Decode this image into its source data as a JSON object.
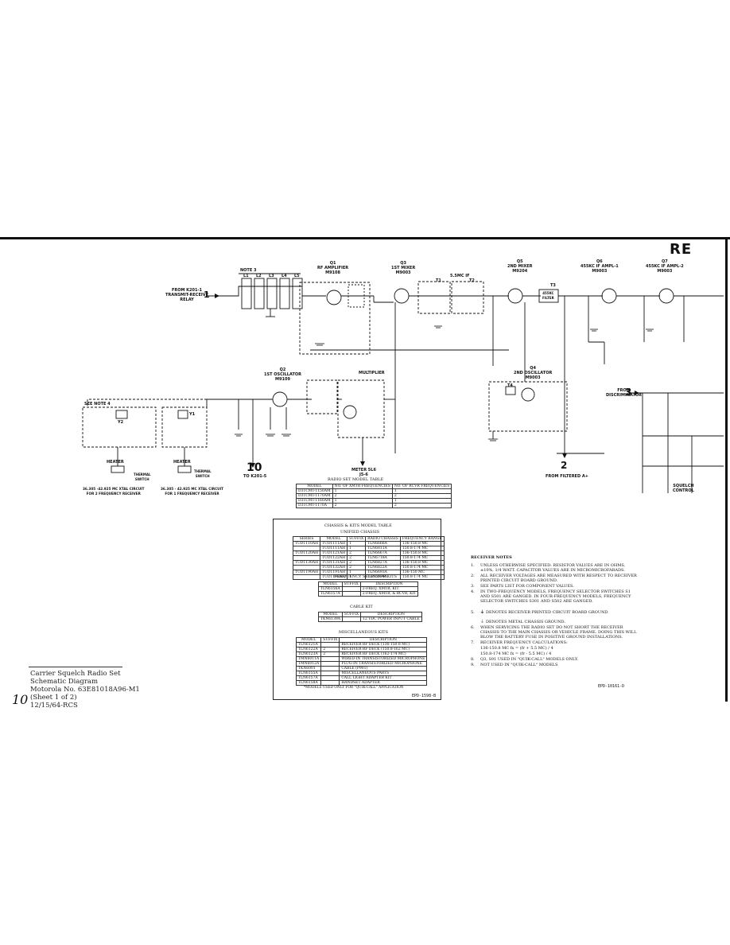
{
  "sheet": {
    "corner_title": "RE"
  },
  "caption": {
    "lines": [
      "Carrier Squelch Radio Set",
      "Schematic Diagram",
      "Motorola No. 63E81018A96-M1",
      "(Sheet 1 of 2)",
      "12/15/64-RCS"
    ],
    "page_number": "10"
  },
  "stages": {
    "q1": {
      "ref": "Q1",
      "name": "RF AMPLIFIER",
      "part": "M9108"
    },
    "q3": {
      "ref": "Q3",
      "name": "1ST MIXER",
      "part": "M9003"
    },
    "q5": {
      "ref": "Q5",
      "name": "2ND MIXER",
      "part": "M9204"
    },
    "q6": {
      "ref": "Q6",
      "name": "455KC IF AMPL-1",
      "part": "M9003"
    },
    "q7": {
      "ref": "Q7",
      "name": "455KC IF AMPL-2",
      "part": "M9003"
    },
    "q2": {
      "ref": "Q2",
      "name": "1ST OSCILLATOR",
      "part": "M9109"
    },
    "q4": {
      "ref": "Q4",
      "name": "2ND OSCILLATOR",
      "part": "M9003"
    },
    "mult": {
      "name": "MULTIPLIER"
    },
    "if55": {
      "name": "5.5MC IF"
    }
  },
  "labels": {
    "note3": "NOTE 3",
    "coils": [
      "L1",
      "L2",
      "L3",
      "L4",
      "L5"
    ],
    "from_k201": [
      "FROM K201-1",
      "TRANSMIT-RECEIVE",
      "RELAY"
    ],
    "term1": "1",
    "term10": "10",
    "to_k201": "TO K201-5",
    "term2": "2",
    "from_filtered": "FROM FILTERED A+",
    "term3": "3",
    "from_disc": [
      "FROM",
      "DISCRIMINATOR"
    ],
    "meter": [
      "METER 5L6",
      "J5-6"
    ],
    "squelch": [
      "SQUELCH",
      "CONTROL"
    ],
    "filter_455": [
      "455KC",
      "FILTER"
    ],
    "transformers": [
      "T1",
      "T2",
      "T3",
      "T4"
    ],
    "see_note4": "SEE NOTE 4",
    "heater": "HEATER",
    "thermal_switch": [
      "THERMAL",
      "SWITCH"
    ],
    "xtal_left": [
      "36.305 -42.925 MC XTAL CIRCUIT",
      "FOR 2 FREQUENCY RECEIVER"
    ],
    "xtal_right": [
      "36.305 - 42.925 MC XTAL CIRCUIT",
      "FOR 1 FREQUENCY RECEIVER"
    ],
    "y1": "Y1",
    "y2": "Y2",
    "dwg_left": "EPD-1598-B",
    "dwg_right": "EPD-10161-D"
  },
  "radioset_table": {
    "title": "RADIO SET MODEL TABLE",
    "headers": [
      "MODEL",
      "NO. OF XMTR FREQUENCIES",
      "NO. OF RCVR FREQUENCIES"
    ],
    "rows": [
      [
        "D31CMT-1150AM",
        "1",
        "1"
      ],
      [
        "D31CMT-1170AM",
        "2",
        "2"
      ],
      [
        "D31CMT-1160AM",
        "1",
        "1"
      ],
      [
        "D31CMT-1170A",
        "2",
        "2"
      ]
    ]
  },
  "chassis_table": {
    "title": "CHASSIS & KITS MODEL TABLE",
    "subtitle": "UNIFIED CHASSIS",
    "headers": [
      "SERIES",
      "MODEL",
      "SUFFIX",
      "RADIO CHASSIS",
      "FREQUENCY RANGE"
    ],
    "rows": [
      [
        "TUD1110AH",
        "TUD1111AH",
        "1",
        "TLN6666A",
        "136-150.8 MC"
      ],
      [
        "",
        "TUD1111AH",
        "1",
        "TLN6811A",
        "150.8-174 MC"
      ],
      [
        "TUD1120AH",
        "TUD1121AH",
        "2",
        "TLN6667A",
        "136-150.8 MC"
      ],
      [
        "",
        "TUD1122AH",
        "2",
        "TLN6718A",
        "150.8-174 MC"
      ],
      [
        "TUD1130AH",
        "TUD1131AH",
        "2",
        "TLN6827A",
        "136-150.8 MC"
      ],
      [
        "",
        "TUD1132AH",
        "2",
        "TLN6822A",
        "150.8-174 MC"
      ],
      [
        "TUD1190AH",
        "TUD1191AH",
        "1",
        "TLN6693A",
        "136-150 MC"
      ],
      [
        "",
        "TUD1192AH",
        "1",
        "TLN6694A",
        "150.8-174 MC"
      ]
    ]
  },
  "freq_kits_table": {
    "title": "FREQUENCY SELECTOR KITS",
    "headers": [
      "MODEL",
      "SUFFIX",
      "DESCRIPTION"
    ],
    "rows": [
      [
        "TLN6156A",
        "",
        "2-FREQ, XMTR, KIT"
      ],
      [
        "TLN6157A",
        "",
        "2-FREQ, XMTR, & RCVR, KIT"
      ]
    ]
  },
  "cable_kit_table": {
    "title": "CABLE KIT",
    "headers": [
      "MODEL",
      "SUFFIX",
      "DESCRIPTION"
    ],
    "rows": [
      [
        "TKN6139A",
        "",
        "12 VDC POWER INPUT CABLE"
      ]
    ]
  },
  "misc_kits_table": {
    "title": "MISCELLANEOUS KITS",
    "headers": [
      "MODEL",
      "SUFFIX",
      "DESCRIPTION"
    ],
    "rows": [
      [
        "TLN6121A",
        "",
        "RECEIVER RF DECK (136-150.8 MC)"
      ],
      [
        "TLN6122A",
        "2",
        "RECEIVER RF DECK (150.8-162 MC)"
      ],
      [
        "TLN6123A",
        "2",
        "RECEIVER RF DECK (162-174 MC)"
      ],
      [
        "TMN6011A",
        "",
        "WIRED-IN TRANSISTORIZED MICROPHONE"
      ],
      [
        "TMN6012A",
        "",
        "PLUG-IN TRANSISTORIZED MICROPHONE"
      ],
      [
        "TKN6001",
        "",
        "CABLE (P901)"
      ],
      [
        "TLN6155A",
        "",
        "MISCELLANEOUS PARTS"
      ],
      [
        "TLN6157A",
        "",
        "CALL LIGHT ADAPTER KIT"
      ],
      [
        "TLN6158A",
        "",
        "HANDSET ADAPTER"
      ]
    ],
    "footnote": "*MODELS USED ONLY FOR \"QUIK-CALL\" APPLICATION"
  },
  "receiver_notes": {
    "title": "RECEIVER NOTES",
    "items": [
      {
        "k": "1.",
        "t": "UNLESS OTHERWISE SPECIFIED: RESISTOR VALUES ARE IN OHMS, ±10%, 1/4 WATT. CAPACITOR VALUES ARE IN MICROMICROFARADS."
      },
      {
        "k": "2.",
        "t": "ALL RECEIVER VOLTAGES ARE MEASURED WITH RESPECT TO RECEIVER PRINTED CIRCUIT BOARD GROUND."
      },
      {
        "k": "3.",
        "t": "SEE PARTS LIST FOR COMPONENT VALUES."
      },
      {
        "k": "4.",
        "t": "IN TWO-FREQUENCY MODELS, FREQUENCY SELECTOR SWITCHES S1 AND S501 ARE GANGED. IN FOUR-FREQUENCY MODELS, FREQUENCY SELECTOR SWITCHES S301 AND S502 ARE GANGED."
      },
      {
        "k": "5.",
        "t": "DENOTES RECEIVER PRINTED CIRCUIT BOARD GROUND"
      },
      {
        "k": "",
        "t": "DENOTES METAL CHASSIS GROUND."
      },
      {
        "k": "6.",
        "t": "WHEN SERVICING THE RADIO SET DO NOT SHORT THE RECEIVER CHASSIS TO THE MAIN CHASSIS OR VEHICLE FRAME. DOING THIS WILL BLOW THE BATTERY FUSE IN POSITIVE GROUND INSTALLATIONS."
      },
      {
        "k": "7.",
        "t": "RECEIVER FREQUENCY CALCULATIONS:"
      },
      {
        "k": "",
        "t": "136-150.8 MC     fx = (fr + 5.5 MC) / 4"
      },
      {
        "k": "",
        "t": "150.8-174 MC     fx = (fr - 5.5 MC) / 4"
      },
      {
        "k": "8.",
        "t": "Q3, S91 USED IN \"QUIK-CALL\" MODELS ONLY."
      },
      {
        "k": "9.",
        "t": "NOT USED IN \"QUIK-CALL\" MODELS"
      }
    ]
  }
}
